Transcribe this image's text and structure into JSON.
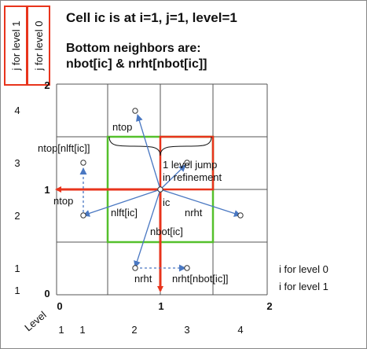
{
  "rotated_labels": {
    "j_level1": "j for level 1",
    "j_level0": "j for level 0"
  },
  "headings": {
    "line1": "Cell ic is at i=1, j=1, level=1",
    "line2": "Bottom neighbors are:",
    "line3": "nbot[ic] & nrht[nbot[ic]]"
  },
  "cells": {
    "ic": "ic",
    "ntop": "ntop",
    "ntop_nlft": "ntop[nlft[ic]]",
    "nlft_side": "ntop",
    "nlft_ic": "nlft[ic]",
    "nrht": "nrht",
    "nbot_ic": "nbot[ic]",
    "nrht_bottom": "nrht",
    "nrht_nbot": "nrht[nbot[ic]]",
    "annotation_line1": "1 level jump",
    "annotation_line2": "in refinement"
  },
  "axes": {
    "j_level1_ticks": [
      "4",
      "3",
      "2",
      "1"
    ],
    "j_level0_ticks": [
      "2",
      "1",
      "0"
    ],
    "level_label": "Level",
    "i_level0_ticks": [
      "0",
      "1",
      "2"
    ],
    "i_level1_ticks": [
      "1",
      "2",
      "3",
      "4"
    ],
    "y_origin": "1",
    "legend_i_level0": "i for level 0",
    "legend_i_level1": "i for level 1"
  },
  "colors": {
    "red": "#e8341c",
    "green": "#55c02c",
    "blue": "#4a78c2",
    "grid": "#444444",
    "text": "#111111"
  }
}
